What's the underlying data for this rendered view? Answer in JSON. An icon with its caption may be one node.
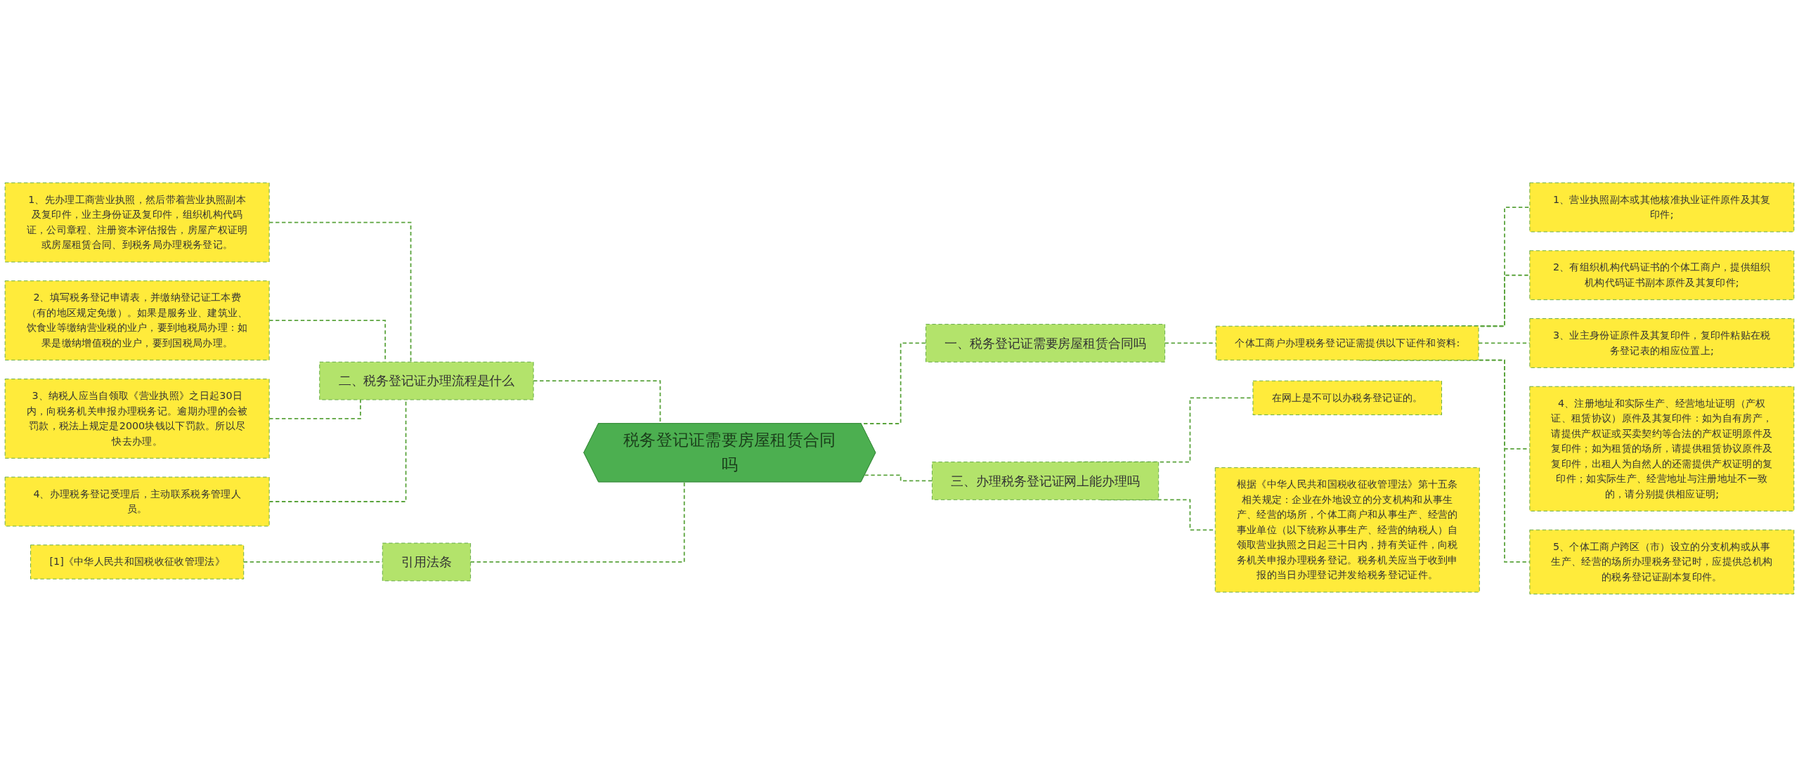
{
  "diagram": {
    "nodes": [
      {
        "text": [
          "税务登记证需要房屋租赁合同吗"
        ]
      },
      {
        "text": [
          "一、税务登记证需要房屋租赁合同吗"
        ]
      },
      {
        "text": [
          "个体工商户办理税务登记证需提供以下证件和资料:"
        ]
      },
      {
        "text": [
          "1、营业执照副本或其他核准执业证件原件及其复印件;"
        ]
      },
      {
        "text": [
          "2、有组织机构代码证书的个体工商户，提供组织机构代码证书副本原件及其复印件;"
        ]
      },
      {
        "text": [
          "3、业主身份证原件及其复印件，复印件粘贴在税务登记表的相应位置上;"
        ]
      },
      {
        "text": [
          "4、注册地址和实际生产、经营地址证明（产权证、租赁协议）原件及其复印件：如为自有房产，请提供产权证或买卖契约等合法的产权证明原件及复印件；如为租赁的场所，请提供租赁协议原件及复印件，出租人为自然人的还需提供产权证明的复印件；如实际生产、经营地址与注册地址不一致的，请分别提供相应证明;"
        ]
      },
      {
        "text": [
          "5、个体工商户跨区（市）设立的分支机构或从事生产、经营的场所办理税务登记时，应提供总机构的税务登记证副本复印件。"
        ]
      },
      {
        "text": [
          "三、办理税务登记证网上能办理吗"
        ]
      },
      {
        "text": [
          "在网上是不可以办税务登记证的。"
        ]
      },
      {
        "text": [
          "根据《中华人民共和国税收征收管理法》第十五条相关规定：企业在外地设立的分支机构和从事生产、经营的场所，个体工商户和从事生产、经营的事业单位（以下统称从事生产、经营的纳税人）自领取营业执照之日起三十日内，持有关证件，向税务机关申报办理税务登记。税务机关应当于收到申报的当日办理登记并发给税务登记证件。"
        ]
      },
      {
        "text": [
          "二、税务登记证办理流程是什么"
        ]
      },
      {
        "text": [
          "1、先办理工商营业执照，然后带着营业执照副本及复印件，业主身份证及复印件，组织机构代码证，公司章程、注册资本评估报告，房屋产权证明或房屋租赁合同、到税务局办理税务登记。"
        ]
      },
      {
        "text": [
          "2、填写税务登记申请表，并缴纳登记证工本费（有的地区规定免缴）。如果是服务业、建筑业、饮食业等缴纳营业税的业户，要到地税局办理：如果是缴纳增值税的业户，要到国税局办理。"
        ]
      },
      {
        "text": [
          "3、纳税人应当自领取《营业执照》之日起30日内，向税务机关申报办理税务记。逾期办理的会被罚款，税法上规定是2000块钱以下罚款。所以尽快去办理。"
        ]
      },
      {
        "text": [
          "4、办理税务登记受理后，主动联系税务管理人员。"
        ]
      },
      {
        "text": [
          "引用法条"
        ]
      },
      {
        "text": [
          "[1]《中华人民共和国税收征收管理法》"
        ]
      }
    ],
    "edges": [
      {
        "from": 0,
        "to": 1,
        "arrow": "none",
        "style": "dashed"
      },
      {
        "from": 1,
        "to": 2,
        "arrow": "none",
        "style": "dashed"
      },
      {
        "from": 2,
        "to": 3,
        "arrow": "none",
        "style": "dashed"
      },
      {
        "from": 2,
        "to": 4,
        "arrow": "none",
        "style": "dashed"
      },
      {
        "from": 2,
        "to": 5,
        "arrow": "none",
        "style": "dashed"
      },
      {
        "from": 2,
        "to": 6,
        "arrow": "none",
        "style": "dashed"
      },
      {
        "from": 2,
        "to": 7,
        "arrow": "none",
        "style": "dashed"
      },
      {
        "from": 0,
        "to": 8,
        "arrow": "none",
        "style": "dashed"
      },
      {
        "from": 8,
        "to": 9,
        "arrow": "none",
        "style": "dashed"
      },
      {
        "from": 8,
        "to": 10,
        "arrow": "none",
        "style": "dashed"
      },
      {
        "from": 0,
        "to": 11,
        "arrow": "none",
        "style": "dashed"
      },
      {
        "from": 11,
        "to": 12,
        "arrow": "none",
        "style": "dashed"
      },
      {
        "from": 11,
        "to": 13,
        "arrow": "none",
        "style": "dashed"
      },
      {
        "from": 11,
        "to": 14,
        "arrow": "none",
        "style": "dashed"
      },
      {
        "from": 11,
        "to": 15,
        "arrow": "none",
        "style": "dashed"
      },
      {
        "from": 0,
        "to": 16,
        "arrow": "none",
        "style": "dashed"
      },
      {
        "from": 16,
        "to": 17,
        "arrow": "none",
        "style": "dashed"
      }
    ]
  }
}
